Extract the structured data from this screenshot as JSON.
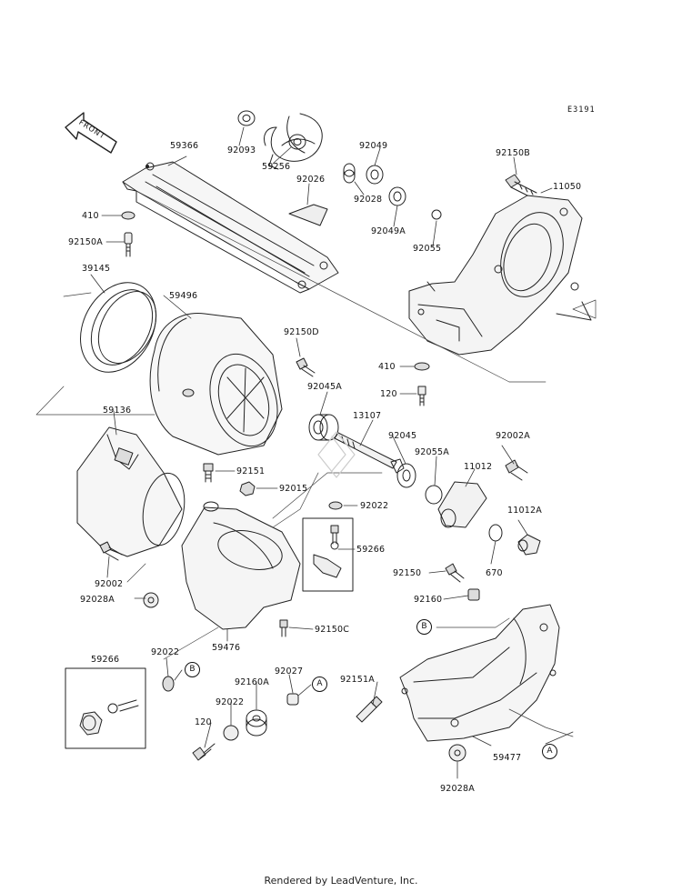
{
  "diagram": {
    "code": "E3191",
    "front_label": "FRONT",
    "footer": "Rendered by LeadVenture, Inc.",
    "callouts": {
      "a": "A",
      "b": "B"
    },
    "parts": {
      "p59366": "59366",
      "p92093": "92093",
      "p59256": "59256",
      "p92026": "92026",
      "p92049": "92049",
      "p92028": "92028",
      "p92049A": "92049A",
      "p92055": "92055",
      "p92150B": "92150B",
      "p11050": "11050",
      "p410a": "410",
      "p92150A": "92150A",
      "p39145": "39145",
      "p59496": "59496",
      "p92150D": "92150D",
      "p410b": "410",
      "p120a": "120",
      "p92045A": "92045A",
      "p13107": "13107",
      "p59136": "59136",
      "p92045": "92045",
      "p92002A": "92002A",
      "p92055A": "92055A",
      "p11012": "11012",
      "p92151": "92151",
      "p92015": "92015",
      "p92022a": "92022",
      "p11012A": "11012A",
      "p59266a": "59266",
      "p92002": "92002",
      "p92150": "92150",
      "p670": "670",
      "p92028A_a": "92028A",
      "p92160": "92160",
      "p92150C": "92150C",
      "p59476": "59476",
      "p59266b": "59266",
      "p92022b": "92022",
      "p92027": "92027",
      "p92160A": "92160A",
      "p92151A": "92151A",
      "p92022c": "92022",
      "p120b": "120",
      "p59477": "59477",
      "p92028A_b": "92028A"
    }
  }
}
